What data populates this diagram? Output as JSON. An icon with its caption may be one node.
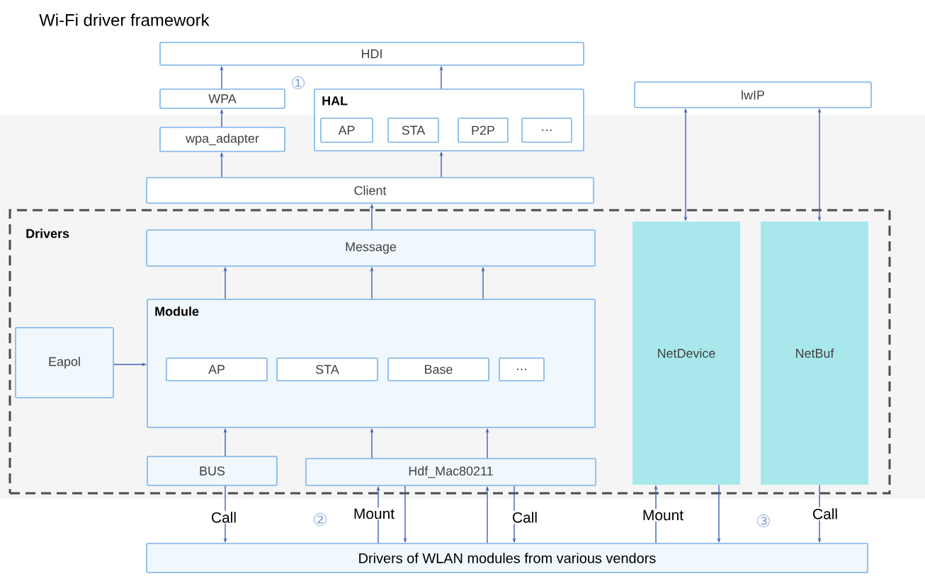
{
  "diagram": {
    "title": "Wi-Fi driver framework",
    "nodes": [
      {
        "text": [
          "HDI"
        ]
      },
      {
        "text": [
          "WPA"
        ]
      },
      {
        "text": [
          "HAL"
        ]
      },
      {
        "text": [
          "AP"
        ],
        "in": 2
      },
      {
        "text": [
          "STA"
        ],
        "in": 2
      },
      {
        "text": [
          "P2P"
        ],
        "in": 2
      },
      {
        "text": [
          "…"
        ],
        "in": 2
      },
      {
        "text": [
          "wpa_adapter"
        ]
      },
      {
        "text": [
          "lwIP"
        ]
      },
      {
        "text": [
          "Client"
        ]
      },
      {
        "text": [
          "Drivers"
        ]
      },
      {
        "text": [
          "Message"
        ],
        "in": 10
      },
      {
        "text": [
          "Eapol"
        ],
        "in": 10
      },
      {
        "text": [
          "Module"
        ],
        "in": 10
      },
      {
        "text": [
          "AP"
        ],
        "in": 13
      },
      {
        "text": [
          "STA"
        ],
        "in": 13
      },
      {
        "text": [
          "Base"
        ],
        "in": 13
      },
      {
        "text": [
          "…"
        ],
        "in": 13
      },
      {
        "text": [
          "BUS"
        ],
        "in": 10
      },
      {
        "text": [
          "Hdf_Mac80211"
        ],
        "in": 10
      },
      {
        "text": [
          "NetDevice"
        ],
        "in": 10
      },
      {
        "text": [
          "NetBuf"
        ],
        "in": 10
      },
      {
        "text": [
          "Drivers of WLAN modules from various vendors"
        ]
      }
    ],
    "edges": [
      {
        "from": 1,
        "to": 0,
        "arrow": "to"
      },
      {
        "from": 2,
        "to": 0,
        "arrow": "to"
      },
      {
        "from": 7,
        "to": 1,
        "arrow": "to"
      },
      {
        "from": 9,
        "to": 7,
        "arrow": "to"
      },
      {
        "from": 9,
        "to": 2,
        "arrow": "to"
      },
      {
        "from": 11,
        "to": 9,
        "arrow": "to"
      },
      {
        "from": 13,
        "to": 11,
        "arrow": "to"
      },
      {
        "from": 13,
        "to": 11,
        "arrow": "to"
      },
      {
        "from": 13,
        "to": 11,
        "arrow": "to"
      },
      {
        "from": 12,
        "to": 13,
        "arrow": "to"
      },
      {
        "from": 18,
        "to": 13,
        "arrow": "to"
      },
      {
        "from": 19,
        "to": 13,
        "arrow": "to"
      },
      {
        "from": 19,
        "to": 13,
        "arrow": "to"
      },
      {
        "from": 20,
        "to": 8,
        "arrow": "both"
      },
      {
        "from": 21,
        "to": 8,
        "arrow": "both"
      },
      {
        "from": 18,
        "to": 22,
        "arrow": "to",
        "label": "Call"
      },
      {
        "from": 22,
        "to": 19,
        "arrow": "to",
        "label": "Mount"
      },
      {
        "from": 19,
        "to": 22,
        "arrow": "to"
      },
      {
        "from": 22,
        "to": 19,
        "arrow": "to"
      },
      {
        "from": 19,
        "to": 22,
        "arrow": "to",
        "label": "Call"
      },
      {
        "from": 22,
        "to": 20,
        "arrow": "to",
        "label": "Mount"
      },
      {
        "from": 20,
        "to": 22,
        "arrow": "to"
      },
      {
        "from": 21,
        "to": 22,
        "arrow": "to",
        "label": "Call"
      }
    ],
    "labels": [
      "①",
      "②",
      "③"
    ]
  }
}
